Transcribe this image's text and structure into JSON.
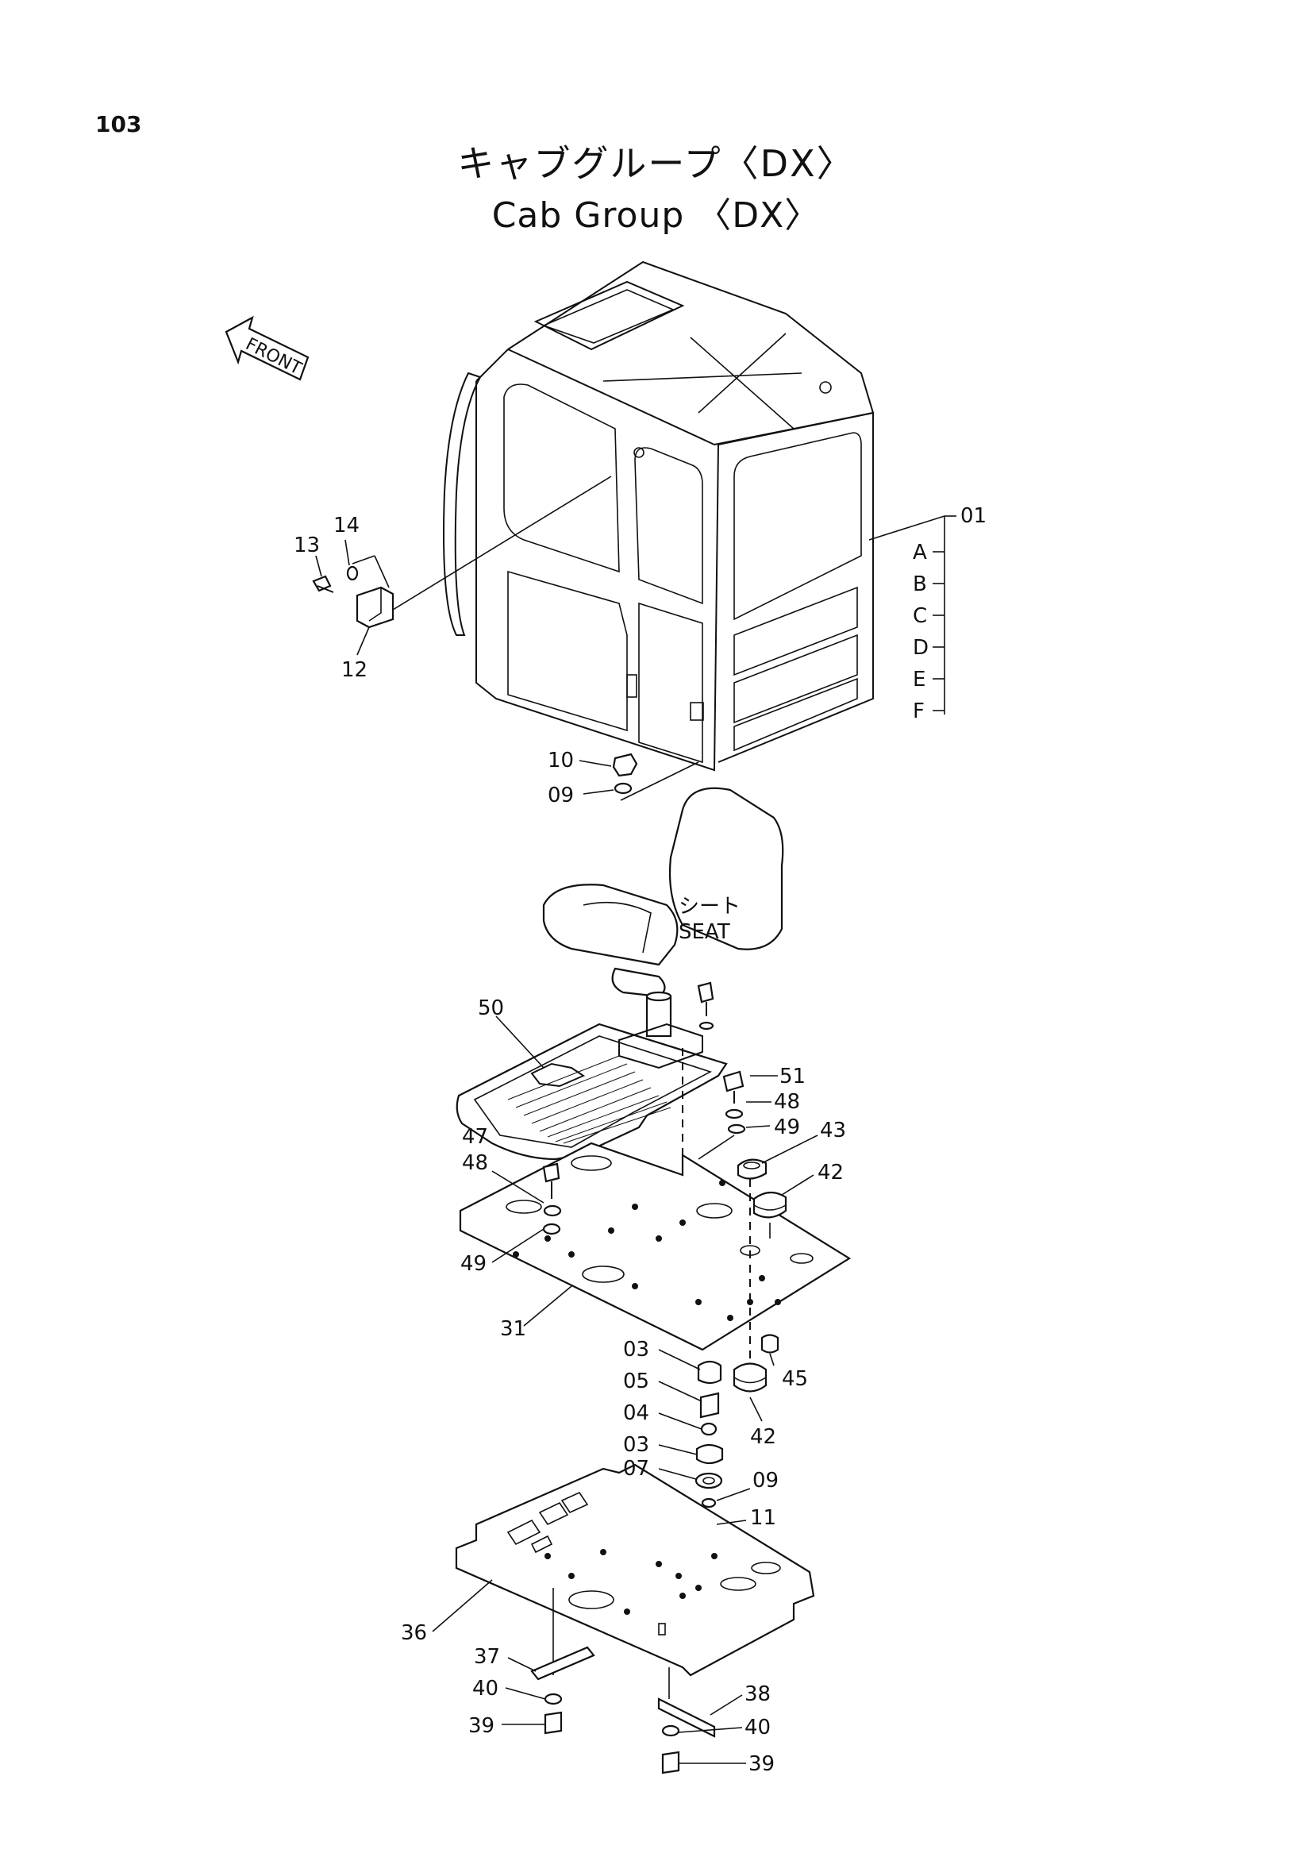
{
  "page_number": "103",
  "title_jp": "キャブグループ〈DX〉",
  "title_en": "Cab Group 〈DX〉",
  "front_arrow_label": "FRONT",
  "seat_label_jp": "シート",
  "seat_label_en": "SEAT",
  "callouts": {
    "c01": "01",
    "cA": "A",
    "cB": "B",
    "cC": "C",
    "cD": "D",
    "cE": "E",
    "cF": "F",
    "c13": "13",
    "c14": "14",
    "c12": "12",
    "c10": "10",
    "c09a": "09",
    "c50": "50",
    "c51": "51",
    "c48a": "48",
    "c49a": "49",
    "c43": "43",
    "c47": "47",
    "c48b": "48",
    "c42a": "42",
    "c49b": "49",
    "c31": "31",
    "c03a": "03",
    "c45": "45",
    "c05": "05",
    "c04": "04",
    "c42b": "42",
    "c03b": "03",
    "c07": "07",
    "c09b": "09",
    "c11": "11",
    "c36": "36",
    "c37": "37",
    "c38": "38",
    "c40a": "40",
    "c40b": "40",
    "c39a": "39",
    "c39b": "39"
  }
}
